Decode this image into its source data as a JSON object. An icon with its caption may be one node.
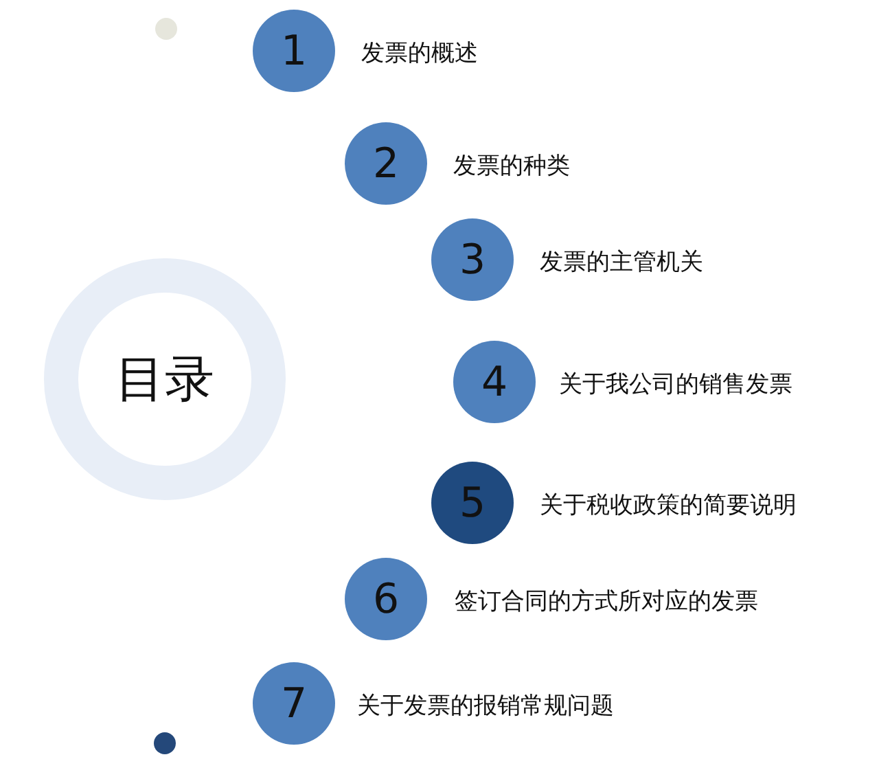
{
  "diagram": {
    "nodes": [
      {
        "text": [
          "目录"
        ]
      },
      {
        "text": [],
        "shape": "circle"
      },
      {
        "text": [
          "1"
        ],
        "beside": [
          "发票的概述"
        ]
      },
      {
        "text": [
          "2"
        ],
        "beside": [
          "发票的种类"
        ]
      },
      {
        "text": [
          "3"
        ],
        "beside": [
          "发票的主管机关"
        ]
      },
      {
        "text": [
          "4"
        ],
        "beside": [
          "关于我公司的销售发票"
        ]
      },
      {
        "text": [
          "5"
        ],
        "beside": [
          "关于税收政策的简要说明"
        ]
      },
      {
        "text": [
          "6"
        ],
        "beside": [
          "签订合同的方式所对应的发票"
        ]
      },
      {
        "text": [
          "7"
        ],
        "beside": [
          "关于发票的报销常规问题"
        ]
      },
      {
        "text": [],
        "shape": "circle"
      }
    ]
  }
}
